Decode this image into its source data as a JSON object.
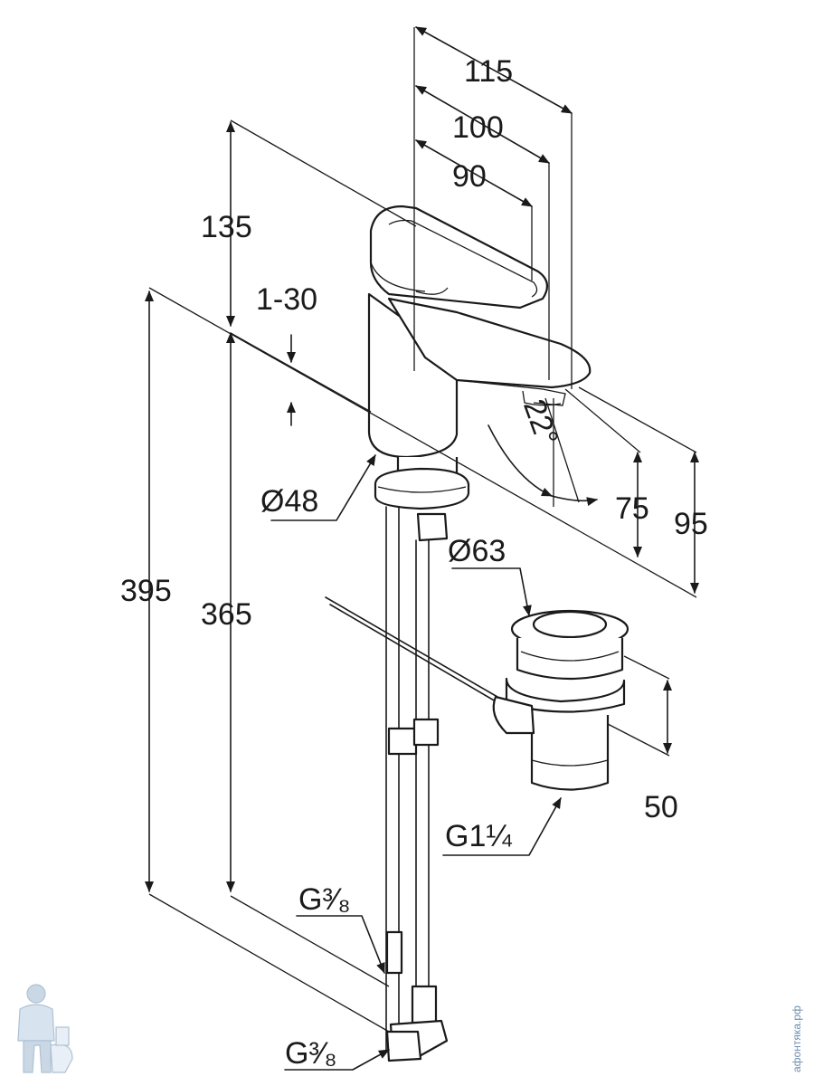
{
  "dimensions": {
    "d115": "115",
    "d100": "100",
    "d90": "90",
    "d135": "135",
    "d1_30": "1-30",
    "d48": "Ø48",
    "d22": "22°",
    "d75": "75",
    "d95": "95",
    "d63": "Ø63",
    "d395": "395",
    "d365": "365",
    "d50": "50",
    "g114": "G1¼",
    "g38_upper": "G³⁄₈",
    "g38_lower": "G³⁄₈"
  },
  "watermark": {
    "site_text": "афонтяка.рф",
    "logo_icon": "plumber-mascot-icon"
  },
  "colors": {
    "line": "#1a1a1a",
    "background": "#ffffff",
    "watermark": "#6f8fb0"
  }
}
